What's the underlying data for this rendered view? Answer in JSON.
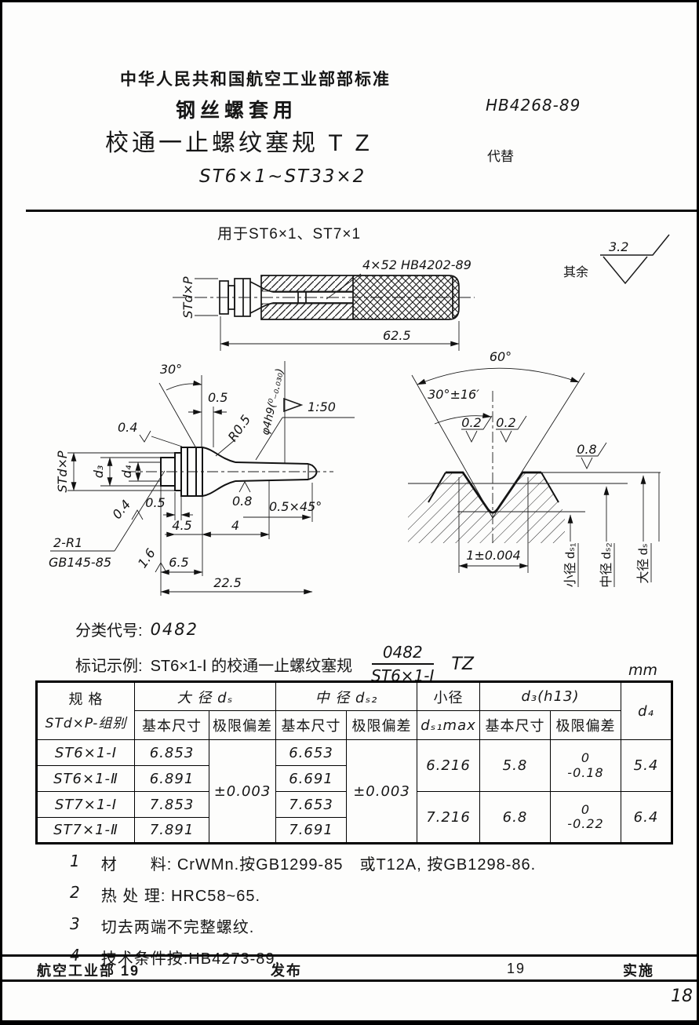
{
  "header": {
    "org": "中华人民共和国航空工业部部标准",
    "subtitle": "钢丝螺套用",
    "title": "校通一止螺纹塞规 T Z",
    "range": "ST6×1~ST33×2",
    "code": "HB4268-89",
    "replaces": "代替"
  },
  "d1": {
    "caption": "用于ST6×1、ST7×1",
    "part_label": "4×52  HB4202-89",
    "thread_label": "STd×P",
    "length": "62.5",
    "rough_prefix": "其余",
    "rough_value": "3.2"
  },
  "d2": {
    "angle": "30°",
    "w05_top": "0.5",
    "radius": "R0.5",
    "dia": "φ4h9(⁰₋₀.₀₃₀)",
    "taper": "1:50",
    "rough04_top": "0.4",
    "thread_label": "STd×P",
    "d3": "d₃",
    "d4": "d₄",
    "rough04_left": "0.4",
    "w05": "0.5",
    "rough08": "0.8",
    "chamfer": "0.5×45°",
    "w45": "4.5",
    "w4": "4",
    "ref1": "2-R1",
    "ref2": "GB145-85",
    "rough16": "1.6",
    "w65": "6.5",
    "w225": "22.5"
  },
  "d3": {
    "angle60": "60°",
    "angle30": "30°±16′",
    "rough02a": "0.2",
    "rough02b": "0.2",
    "rough08": "0.8",
    "pitch_dim": "1±0.004",
    "minor": "小径 dₛ₁",
    "middle": "中径 dₛ₂",
    "major": "大径 dₛ"
  },
  "cls": {
    "code_label": "分类代号:",
    "code": "0482",
    "example_label": "标记示例:",
    "example_text": "ST6×1-Ⅰ 的校通一止螺纹塞规",
    "frac_top": "0482",
    "frac_bottom": "ST6×1-Ⅰ",
    "suffix": "TZ",
    "unit": "mm"
  },
  "table": {
    "h_spec": "规  格",
    "h_spec2": "STd×P-组别",
    "h_major": "大 径 dₛ",
    "h_middle": "中 径 dₛ₂",
    "h_minor": "小径",
    "h_d3": "d₃(h13)",
    "h_d4": "d₄",
    "h_basic1": "基本尺寸",
    "h_dev1": "极限偏差",
    "h_basic2": "基本尺寸",
    "h_dev2": "极限偏差",
    "h_minor2": "dₛ₁max",
    "h_basic3": "基本尺寸",
    "h_dev3": "极限偏差",
    "rows": [
      {
        "spec": "ST6×1-Ⅰ",
        "major": "6.853",
        "middle": "6.653"
      },
      {
        "spec": "ST6×1-Ⅱ",
        "major": "6.891",
        "middle": "6.691"
      },
      {
        "spec": "ST7×1-Ⅰ",
        "major": "7.853",
        "middle": "7.653"
      },
      {
        "spec": "ST7×1-Ⅱ",
        "major": "7.891",
        "middle": "7.691"
      }
    ],
    "dev_major": "±0.003",
    "dev_middle": "±0.003",
    "g1": {
      "minor": "6.216",
      "d3": "5.8",
      "d3dev_top": "0",
      "d3dev_bot": "-0.18",
      "d4": "5.4"
    },
    "g2": {
      "minor": "7.216",
      "d3": "6.8",
      "d3dev_top": "0",
      "d3dev_bot": "-0.22",
      "d4": "6.4"
    }
  },
  "notes": [
    {
      "no": "1",
      "text": "材　　料: CrWMn.按GB1299-85　或T12A, 按GB1298-86."
    },
    {
      "no": "2",
      "text": "热 处 理: HRC58~65."
    },
    {
      "no": "3",
      "text": "切去两端不完整螺纹."
    },
    {
      "no": "4",
      "text": "技术条件按:HB4273-89."
    }
  ],
  "footer": {
    "left": "航空工业部  19",
    "publish": "发布",
    "year": "19",
    "implement": "实施",
    "page": "18"
  }
}
